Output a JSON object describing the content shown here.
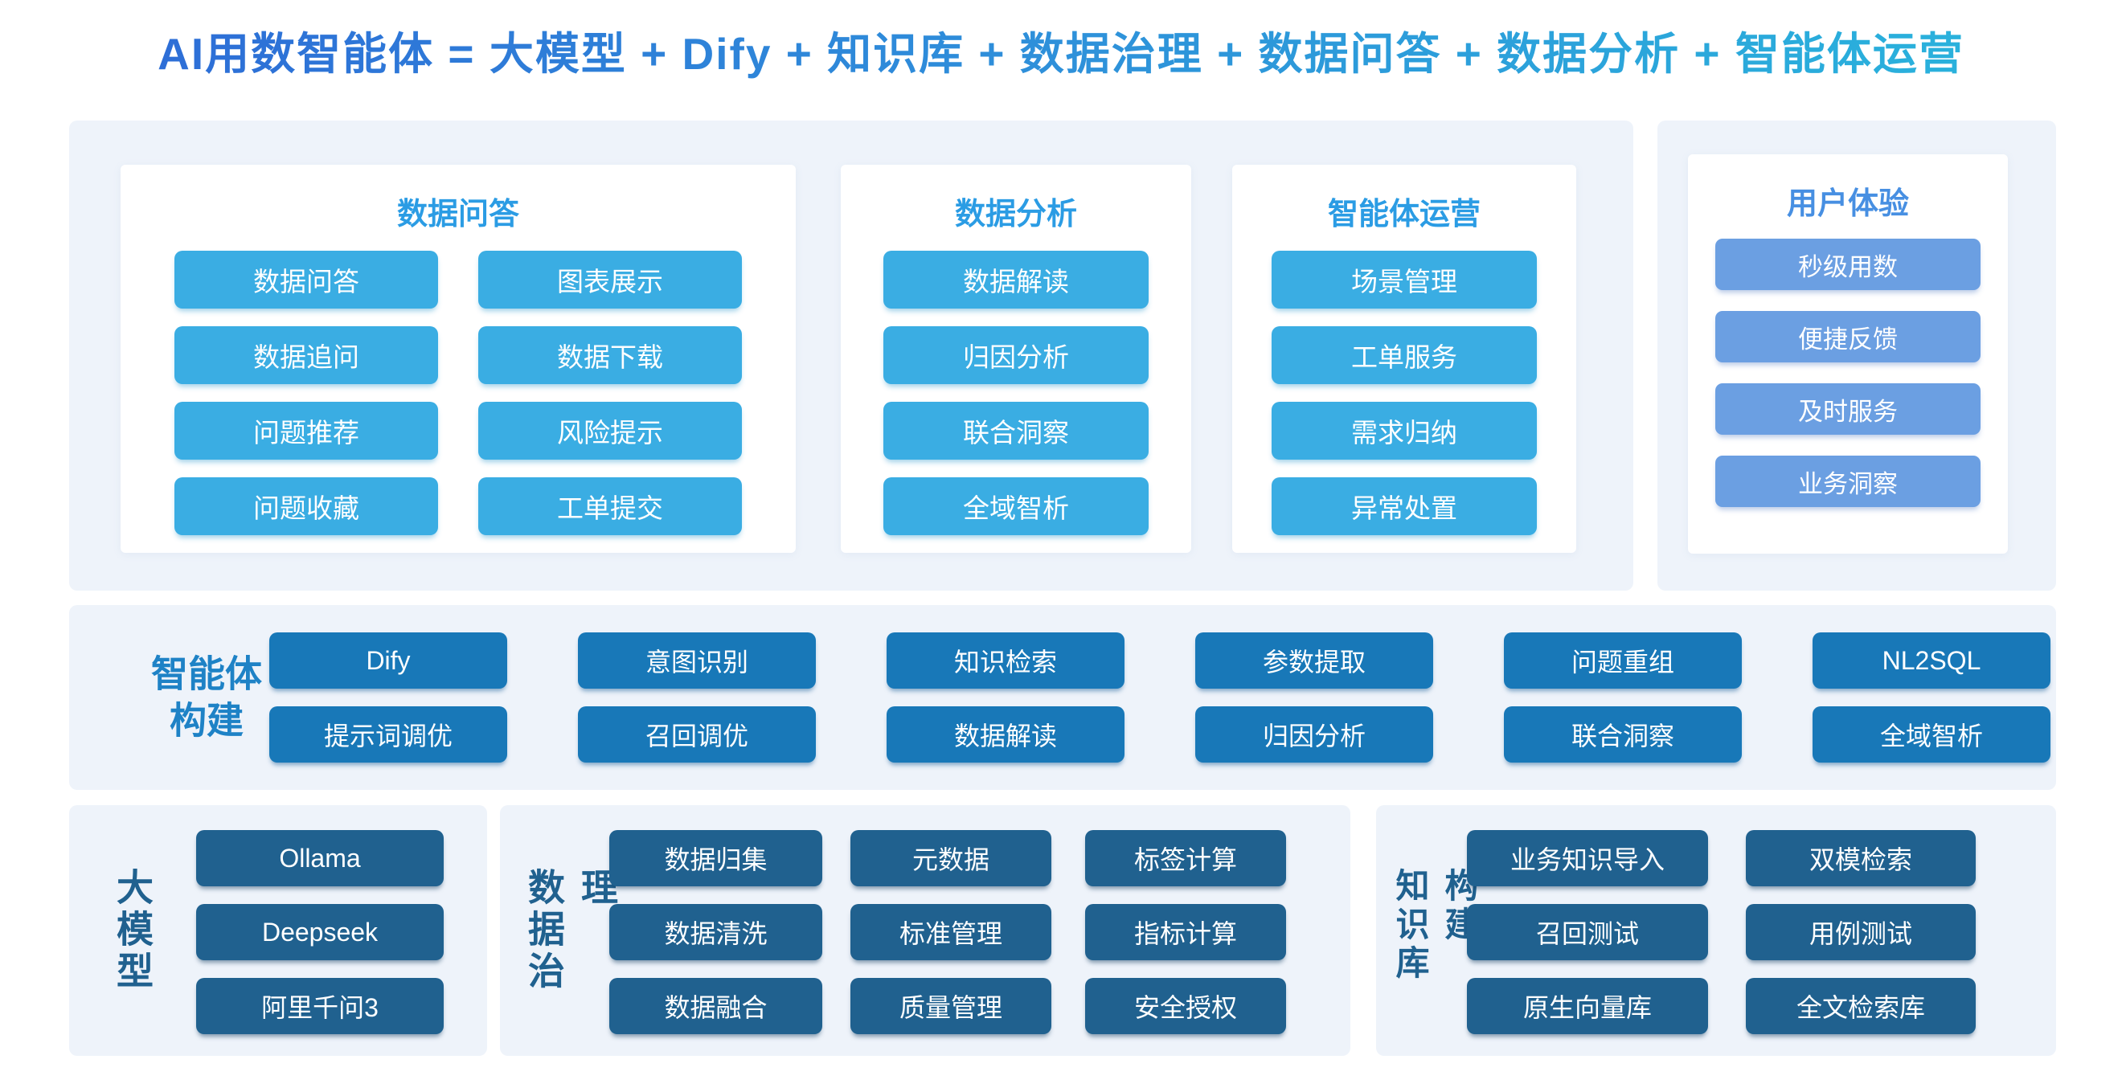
{
  "title": "AI用数智能体 = 大模型 + Dify + 知识库 + 数据治理 + 数据问答 + 数据分析 + 智能体运营",
  "colors": {
    "title_gradient_start": "#2d68d6",
    "title_gradient_end": "#29b7dc",
    "section_title_blue": "#2b9ce4",
    "ux_title_blue": "#478fe2",
    "chip_light_blue": "#3aade3",
    "chip_soft_blue": "#6b9fe2",
    "chip_medium_blue": "#1878b8",
    "chip_dark_blue": "#20618f",
    "panel_background": "#eef3fa",
    "card_background": "#ffffff"
  },
  "top_sections": [
    {
      "title": "数据问答",
      "items": [
        "数据问答",
        "图表展示",
        "数据追问",
        "数据下载",
        "问题推荐",
        "风险提示",
        "问题收藏",
        "工单提交"
      ]
    },
    {
      "title": "数据分析",
      "items": [
        "数据解读",
        "归因分析",
        "联合洞察",
        "全域智析"
      ]
    },
    {
      "title": "智能体运营",
      "items": [
        "场景管理",
        "工单服务",
        "需求归纳",
        "异常处置"
      ]
    },
    {
      "title": "用户体验",
      "items": [
        "秒级用数",
        "便捷反馈",
        "及时服务",
        "业务洞察"
      ]
    }
  ],
  "agent_build": {
    "label_line1": "智能体",
    "label_line2": "构建",
    "columns": [
      [
        "Dify",
        "提示词调优"
      ],
      [
        "意图识别",
        "召回调优"
      ],
      [
        "知识检索",
        "数据解读"
      ],
      [
        "参数提取",
        "归因分析"
      ],
      [
        "问题重组",
        "联合洞察"
      ],
      [
        "NL2SQL",
        "全域智析"
      ]
    ]
  },
  "bottom_sections": [
    {
      "label": "大模型",
      "columns": [
        [
          "Ollama",
          "Deepseek",
          "阿里千问3"
        ]
      ]
    },
    {
      "label": "数据治理",
      "columns": [
        [
          "数据归集",
          "数据清洗",
          "数据融合"
        ],
        [
          "元数据",
          "标准管理",
          "质量管理"
        ],
        [
          "标签计算",
          "指标计算",
          "安全授权"
        ]
      ]
    },
    {
      "label": "知识库构建",
      "columns": [
        [
          "业务知识导入",
          "召回测试",
          "原生向量库"
        ],
        [
          "双模检索",
          "用例测试",
          "全文检索库"
        ]
      ]
    }
  ]
}
